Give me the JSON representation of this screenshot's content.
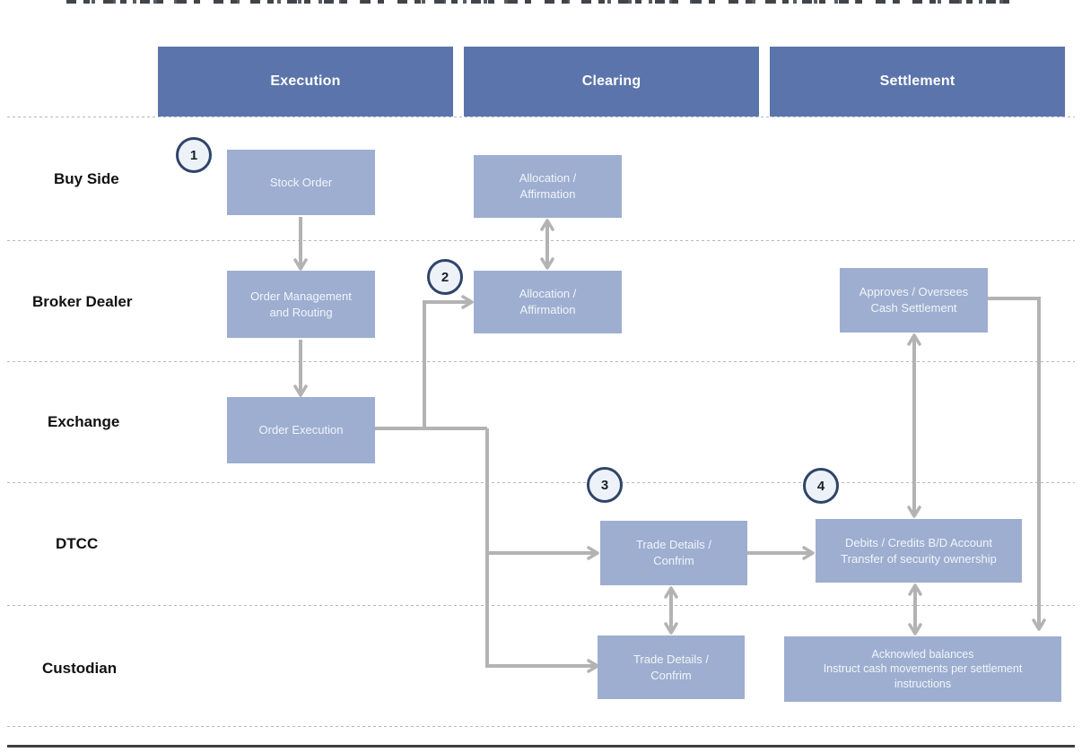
{
  "diagram": {
    "phases": [
      "Execution",
      "Clearing",
      "Settlement"
    ],
    "lanes": [
      "Buy Side",
      "Broker Dealer",
      "Exchange",
      "DTCC",
      "Custodian"
    ],
    "steps": [
      "1",
      "2",
      "3",
      "4"
    ],
    "nodes": {
      "stock_order": {
        "line1": "Stock Order"
      },
      "order_management": {
        "line1": "Order Management",
        "line2": "and Routing"
      },
      "order_execution": {
        "line1": "Order Execution"
      },
      "allocation_buy_side": {
        "line1": "Allocation /",
        "line2": "Affirmation"
      },
      "allocation_broker": {
        "line1": "Allocation /",
        "line2": "Affirmation"
      },
      "approves_oversees": {
        "line1": "Approves / Oversees",
        "line2": "Cash Settlement"
      },
      "trade_details_dtcc": {
        "line1": "Trade Details /",
        "line2": "Confrim"
      },
      "debits_credits": {
        "line1": "Debits / Credits B/D Account",
        "line2": "Transfer of security ownership"
      },
      "trade_details_custodian": {
        "line1": "Trade Details /",
        "line2": "Confrim"
      },
      "acknowledge_balances": {
        "line1": "Acknowled balances",
        "line2": "Instruct  cash movements per settlement",
        "line3": "instructions"
      }
    },
    "colors": {
      "phase_header_fill": "#5b74ab",
      "node_fill": "#9daed0",
      "node_text": "#f2f5fa",
      "step_circle_fill": "#edf2f9",
      "step_circle_border": "#2f4468",
      "connector_gray": "#b3b3b3",
      "lane_separator": "#b4b8c0",
      "bottom_rule": "#3f3f3f"
    }
  }
}
